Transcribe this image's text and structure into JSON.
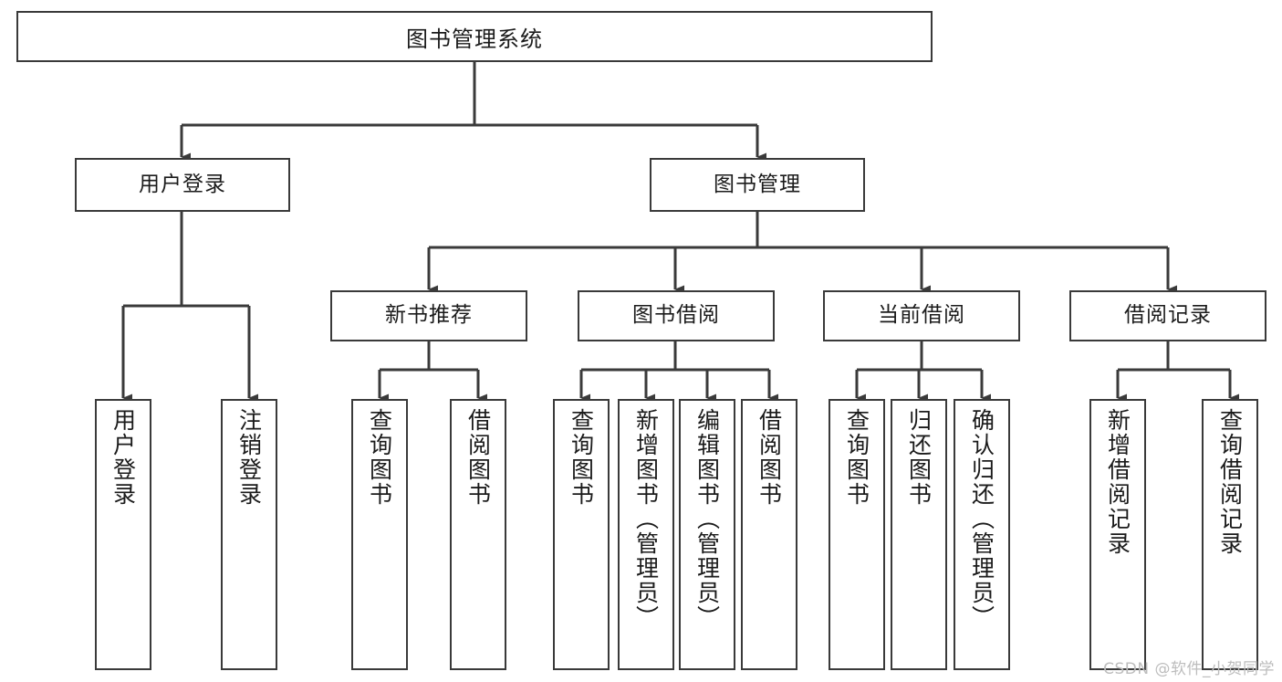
{
  "diagram": {
    "type": "tree",
    "title": "图书管理系统",
    "watermark": "CSDN @软件_小贺同学",
    "colors": {
      "border": "#3a3a3a",
      "background": "#ffffff",
      "text": "#1b1b1b",
      "watermark": "#bdbdbd"
    },
    "nodes": {
      "root": {
        "label": "图书管理系统"
      },
      "level2": [
        {
          "label": "用户登录"
        },
        {
          "label": "图书管理"
        }
      ],
      "level3": [
        {
          "label": "新书推荐"
        },
        {
          "label": "图书借阅"
        },
        {
          "label": "当前借阅"
        },
        {
          "label": "借阅记录"
        }
      ],
      "leaves_user_login": [
        {
          "label": "用户登录"
        },
        {
          "label": "注销登录"
        }
      ],
      "leaves_new_book": [
        {
          "label": "查询图书"
        },
        {
          "label": "借阅图书"
        }
      ],
      "leaves_borrow": [
        {
          "label": "查询图书"
        },
        {
          "label": "新增图书（管理员）"
        },
        {
          "label": "编辑图书（管理员）"
        },
        {
          "label": "借阅图书"
        }
      ],
      "leaves_current": [
        {
          "label": "查询图书"
        },
        {
          "label": "归还图书"
        },
        {
          "label": "确认归还（管理员）"
        }
      ],
      "leaves_record": [
        {
          "label": "新增借阅记录"
        },
        {
          "label": "查询借阅记录"
        }
      ]
    }
  }
}
